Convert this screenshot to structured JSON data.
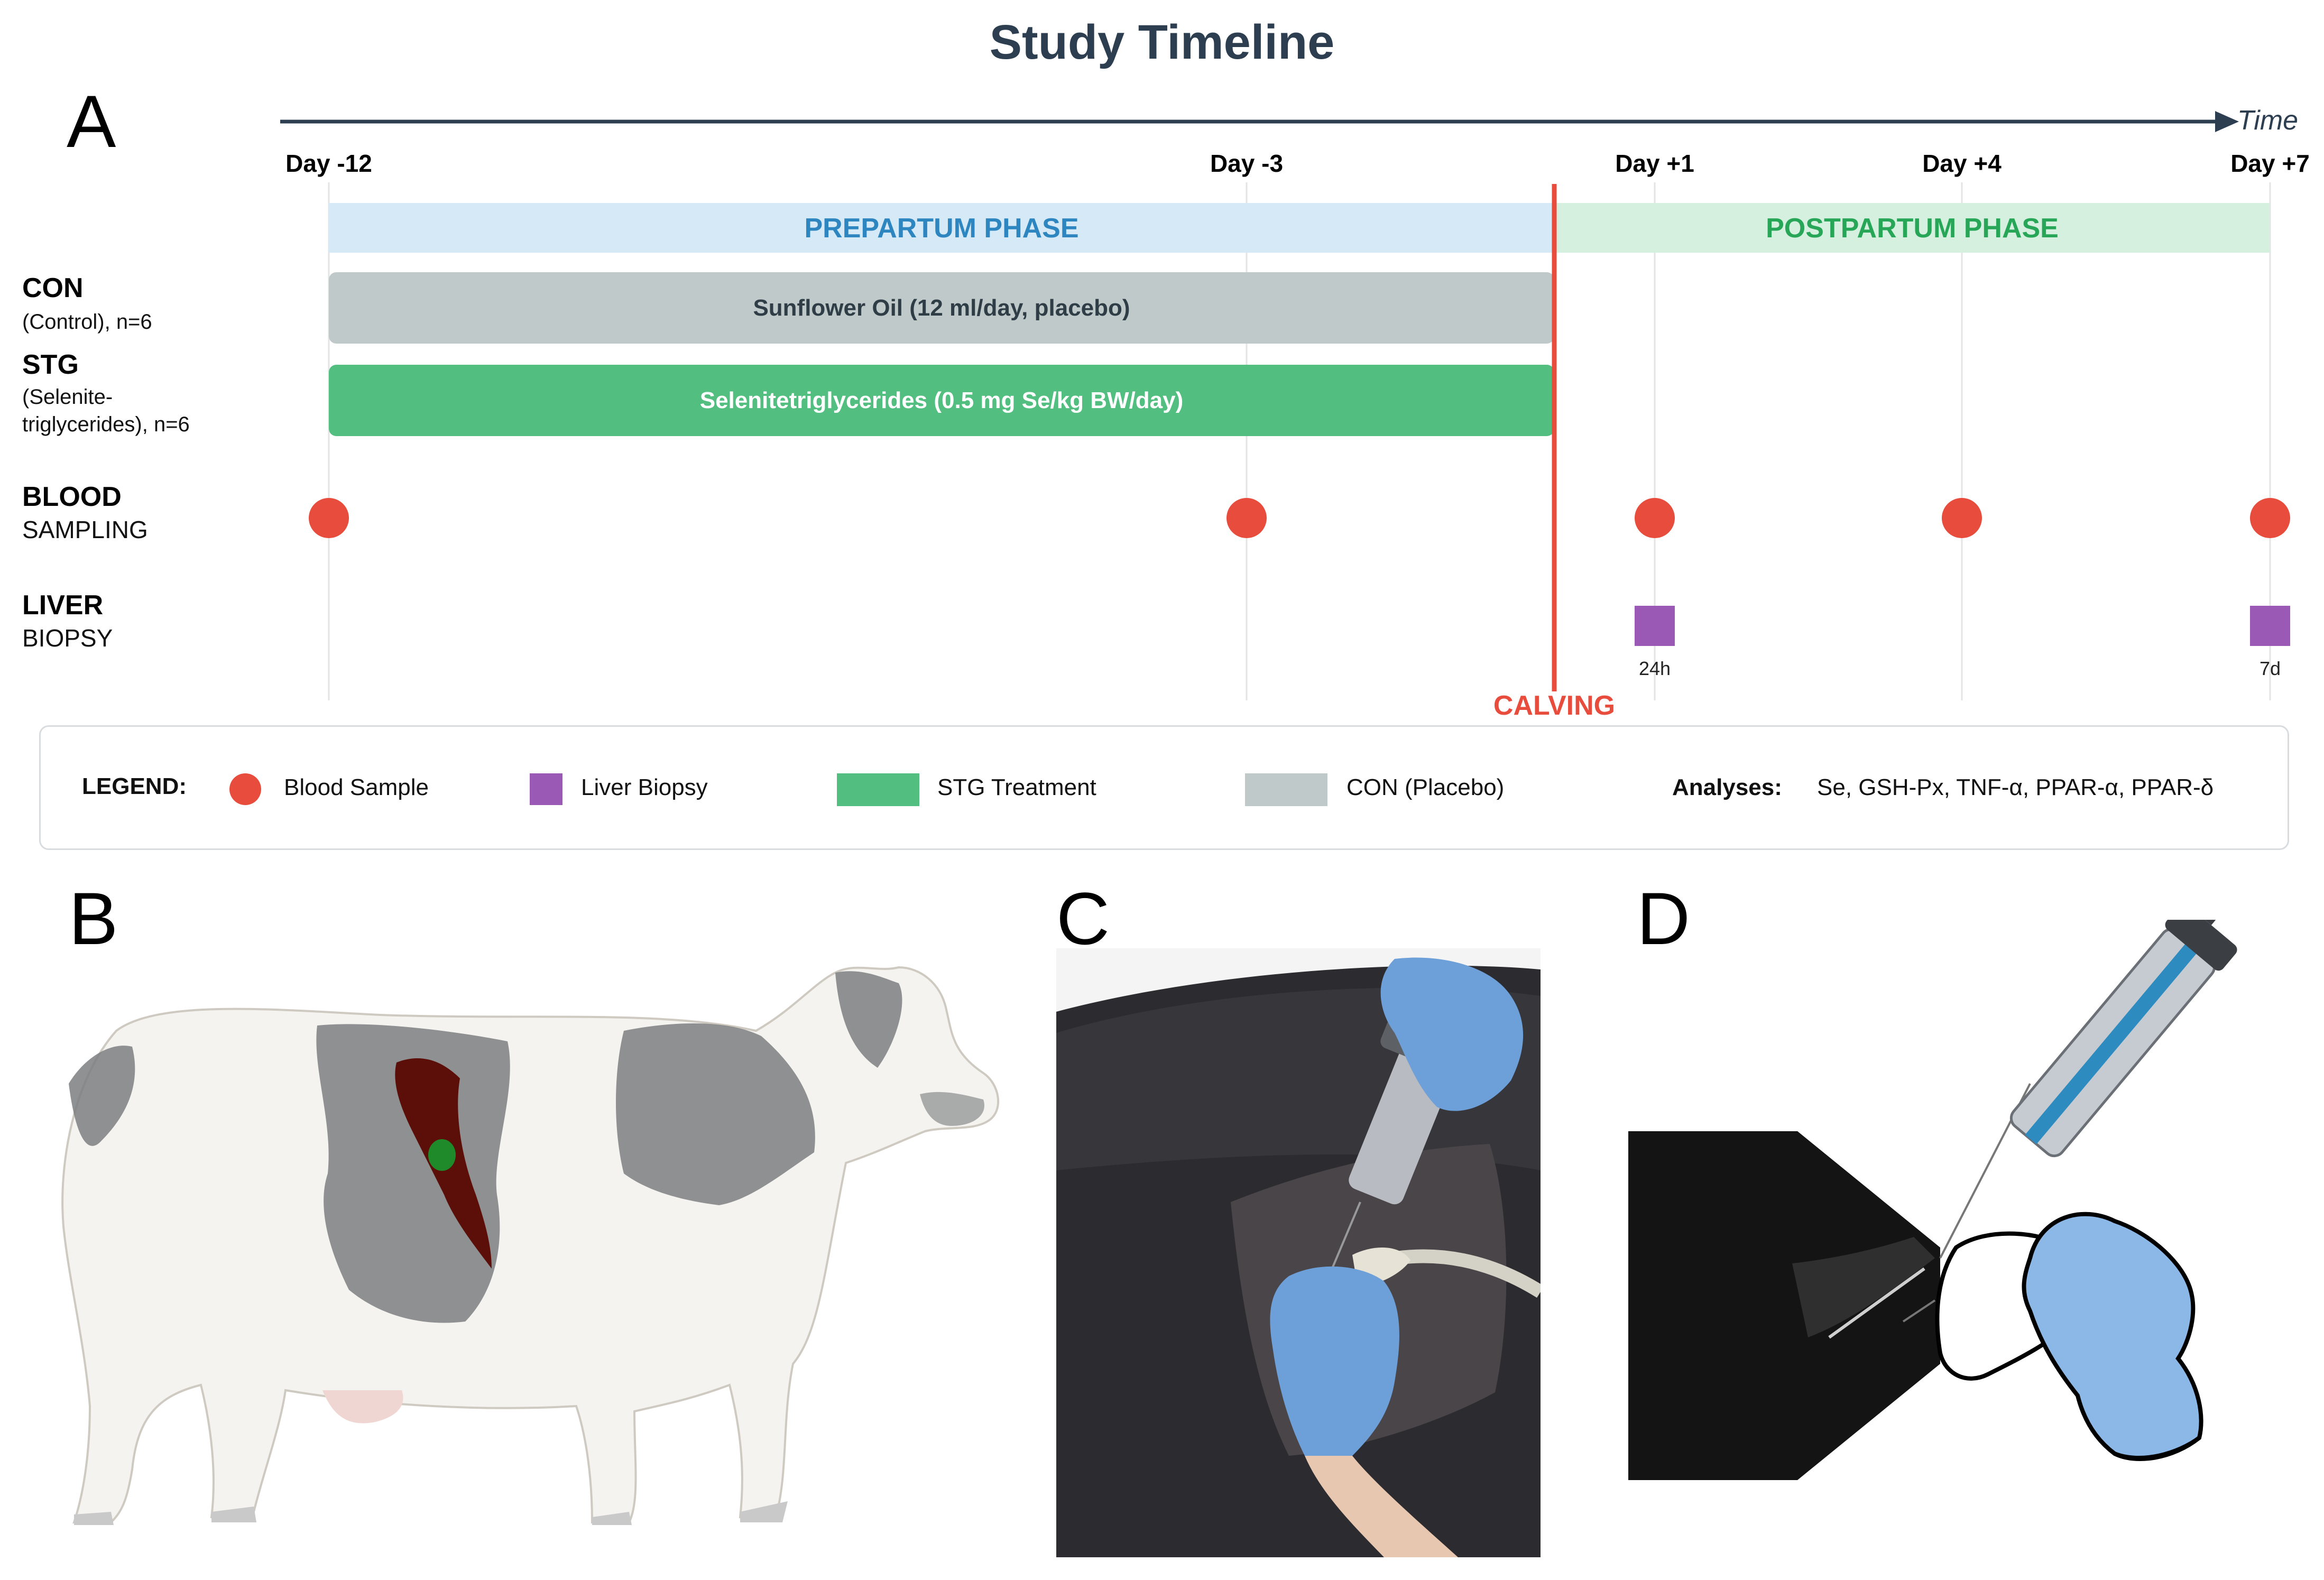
{
  "title": "Study Timeline",
  "panels": {
    "a": "A",
    "b": "B",
    "c": "C",
    "d": "D"
  },
  "axis": {
    "time_label": "Time"
  },
  "days": [
    {
      "label": "Day -12",
      "day": -12
    },
    {
      "label": "Day -3",
      "day": -3
    },
    {
      "label": "Day +1",
      "day": 1
    },
    {
      "label": "Day +4",
      "day": 4
    },
    {
      "label": "Day +7",
      "day": 7
    }
  ],
  "phases": {
    "prepartum": {
      "label": "PREPARTUM PHASE",
      "color": "#d6e9f6",
      "text_color": "#2e86c1"
    },
    "postpartum": {
      "label": "POSTPARTUM PHASE",
      "color": "#d5f0de",
      "text_color": "#27a658"
    }
  },
  "groups": {
    "con": {
      "title": "CON",
      "subtitle": "(Control), n=6",
      "bar_label": "Sunflower Oil (12 ml/day, placebo)",
      "color": "#bfc9ca"
    },
    "stg": {
      "title": "STG",
      "subtitle_line1": "(Selenite-",
      "subtitle_line2": "triglycerides), n=6",
      "bar_label": "Selenitetriglycerides (0.5 mg Se/kg BW/day)",
      "color": "#52be80"
    }
  },
  "rows": {
    "blood": {
      "title": "BLOOD",
      "subtitle": "SAMPLING"
    },
    "liver": {
      "title": "LIVER",
      "subtitle": "BIOPSY"
    }
  },
  "blood_sample_days": [
    -12,
    -3,
    1,
    4,
    7
  ],
  "liver_biopsies": [
    {
      "day": 1,
      "label": "24h"
    },
    {
      "day": 7,
      "label": "7d"
    }
  ],
  "calving": {
    "label": "CALVING",
    "color": "#e74c3c"
  },
  "colors": {
    "blood": "#e74c3c",
    "biopsy": "#9b59b6",
    "axis": "#2c3e50"
  },
  "legend": {
    "heading": "LEGEND:",
    "blood_sample": "Blood Sample",
    "liver_biopsy": "Liver Biopsy",
    "stg_treatment": "STG Treatment",
    "con_placebo": "CON (Placebo)",
    "analyses_heading": "Analyses:",
    "analyses_list": "Se, GSH-Px, TNF-α, PPAR-α, PPAR-δ"
  }
}
